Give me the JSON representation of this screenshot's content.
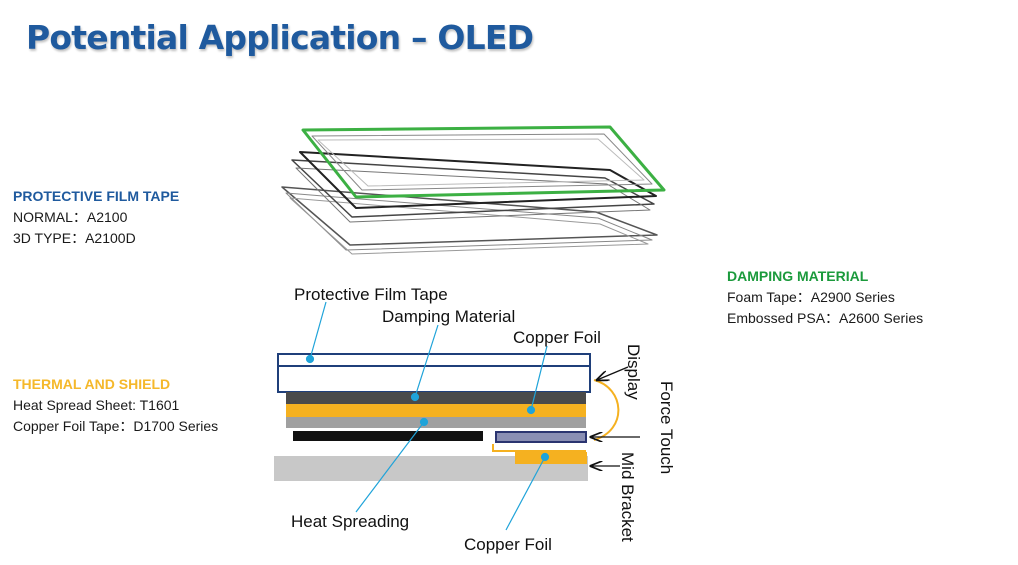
{
  "title": "Potential Application – OLED",
  "protective": {
    "heading": "PROTECTIVE FILM TAPE",
    "line1": "NORMAL：A2100",
    "line2": "3D TYPE：A2100D"
  },
  "damping": {
    "heading": "DAMPING MATERIAL",
    "line1": "Foam Tape：A2900 Series",
    "line2": "Embossed PSA：A2600 Series"
  },
  "thermal": {
    "heading": "THERMAL AND SHIELD",
    "line1": "Heat Spread Sheet: T1601",
    "line2": "Copper Foil Tape：D1700 Series"
  },
  "diagram": {
    "label_protective_film_tape": "Protective Film Tape",
    "label_damping_material": "Damping Material",
    "label_copper_foil_top": "Copper Foil",
    "label_heat_spreading": "Heat Spreading",
    "label_copper_foil_bottom": "Copper Foil",
    "label_display": "Display",
    "label_force_touch": "Force Touch",
    "label_mid_bracket": "Mid Bracket"
  },
  "colors": {
    "title": "#1f5a9e",
    "protective_heading": "#1f5a9e",
    "thermal_heading": "#f5b82a",
    "damping_heading": "#1b9a3c",
    "copper_layer": "#f5b120",
    "leader_line": "#1fa3d9"
  }
}
